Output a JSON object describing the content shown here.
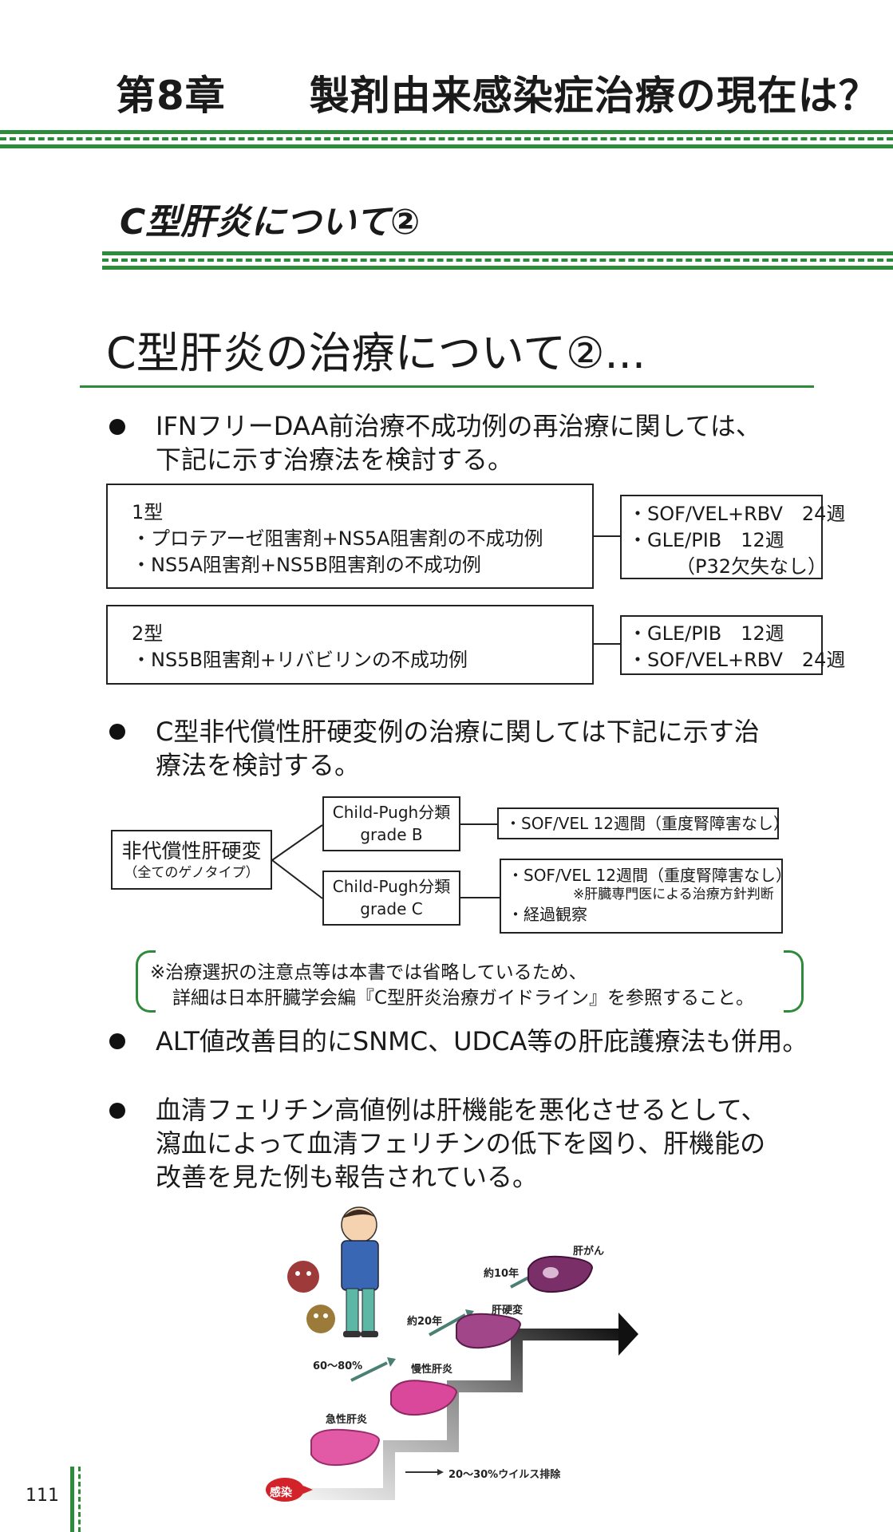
{
  "header": {
    "chapter_number": "第8章",
    "chapter_title": "製剤由来感染症治療の現在は？",
    "section_title": "C型肝炎について②"
  },
  "slide_title": "C型肝炎の治療について②...",
  "bullet1": {
    "line1": "IFNフリーDAA前治療不成功例の再治療に関しては、",
    "line2": "下記に示す治療法を検討する。"
  },
  "type1": {
    "label": "1型",
    "items": [
      "・プロテアーゼ阻害剤+NS5A阻害剤の不成功例",
      "・NS5A阻害剤+NS5B阻害剤の不成功例"
    ],
    "treatments": [
      "・SOF/VEL+RBV　24週",
      "・GLE/PIB　12週",
      "（P32欠失なし）"
    ]
  },
  "type2": {
    "label": "2型",
    "items": [
      "・NS5B阻害剤+リバビリンの不成功例"
    ],
    "treatments": [
      "・GLE/PIB　12週",
      "・SOF/VEL+RBV　24週"
    ]
  },
  "bullet2": {
    "line1": "C型非代償性肝硬変例の治療に関しては下記に示す治",
    "line2": "療法を検討する。"
  },
  "decomp": {
    "label": "非代償性肝硬変",
    "sublabel": "（全てのゲノタイプ）",
    "grade_b": {
      "line1": "Child-Pugh分類",
      "line2": "grade B",
      "treatment": "・SOF/VEL 12週間（重度腎障害なし）"
    },
    "grade_c": {
      "line1": "Child-Pugh分類",
      "line2": "grade C",
      "treatment1": "・SOF/VEL 12週間（重度腎障害なし）",
      "note": "※肝臓専門医による治療方針判断",
      "treatment2": "・経過観察"
    }
  },
  "note": {
    "line1": "※治療選択の注意点等は本書では省略しているため、",
    "line2": "詳細は日本肝臓学会編『C型肝炎治療ガイドライン』を参照すること。"
  },
  "bullet3": "ALT値改善目的にSNMC、UDCA等の肝庇護療法も併用。",
  "bullet4": {
    "line1": "血清フェリチン高値例は肝機能を悪化させるとして、",
    "line2": "瀉血によって血清フェリチンの低下を図り、肝機能の",
    "line3": "改善を見た例も報告されている。"
  },
  "illustration": {
    "infection": "感染",
    "acute": "急性肝炎",
    "chronic": "慢性肝炎",
    "cirrhosis": "肝硬変",
    "cancer": "肝がん",
    "rate_chronic": "60～80%",
    "years_cirrhosis": "約20年",
    "years_cancer": "約10年",
    "clearance": "20～30%ウイルス排除"
  },
  "page_number": "111",
  "colors": {
    "accent_green": "#2e8b3c",
    "liver_pink": "#e25aa5",
    "liver_purple": "#7b2f68"
  }
}
